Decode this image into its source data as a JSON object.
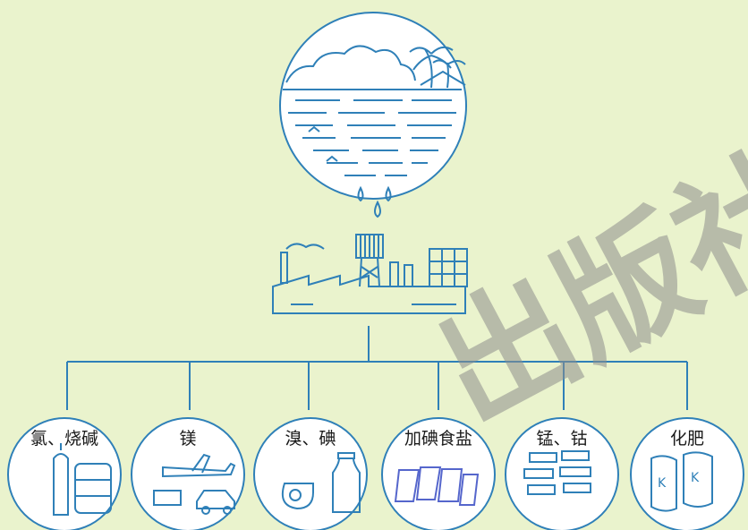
{
  "colors": {
    "line": "#2f80b8",
    "background": "#eaf3cd",
    "salt": "#5566cc",
    "watermark": "#8c8c8c"
  },
  "products": [
    {
      "label": "氯、烧碱",
      "icon": "gas-cylinder-and-barrel"
    },
    {
      "label": "镁",
      "icon": "airplane-and-car"
    },
    {
      "label": "溴、碘",
      "icon": "whistle-and-bottle"
    },
    {
      "label": "加碘食盐",
      "icon": "salt-packets"
    },
    {
      "label": "锰、钴",
      "icon": "circuit-chips"
    },
    {
      "label": "化肥",
      "icon": "fertilizer-bags"
    }
  ],
  "watermark": {
    "text": "出版社"
  }
}
